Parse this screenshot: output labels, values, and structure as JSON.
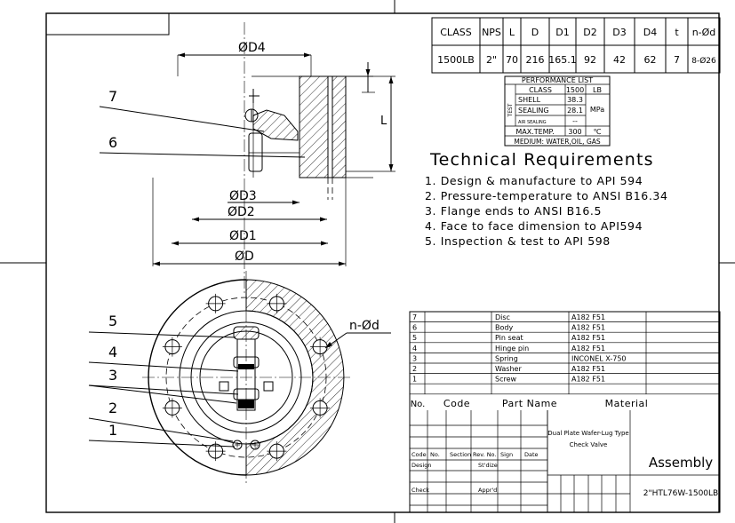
{
  "spec_table": {
    "headers": [
      "CLASS",
      "NPS",
      "L",
      "D",
      "D1",
      "D2",
      "D3",
      "D4",
      "t",
      "n-Ød"
    ],
    "values": [
      "1500LB",
      "2\"",
      "70",
      "216",
      "165.1",
      "92",
      "42",
      "62",
      "7",
      "8-Ø26"
    ]
  },
  "performance": {
    "title": "PERFORMANCE LIST",
    "class_label": "CLASS",
    "class_value": "1500",
    "class_unit": "LB",
    "test_label": "TEST",
    "shell_label": "SHELL",
    "shell_value": "38.3",
    "sealing_label": "SEALING",
    "sealing_value": "28.1",
    "air_label": "AIR SEALING",
    "air_value": "--",
    "pressure_unit": "MPa",
    "maxtemp_label": "MAX.TEMP.",
    "maxtemp_value": "300",
    "maxtemp_unit": "℃",
    "medium": "MEDIUM: WATER,OIL, GAS"
  },
  "requirements": {
    "title": "Technical Requirements",
    "items": [
      "1. Design & manufacture to API 594",
      "2. Pressure-temperature to ANSI B16.34",
      "3. Flange ends to ANSI B16.5",
      "4. Face to face dimension to API594",
      "5. Inspection & test to API 598"
    ]
  },
  "dimensions": {
    "d4": "ØD4",
    "d3": "ØD3",
    "d2": "ØD2",
    "d1": "ØD1",
    "d": "ØD",
    "l": "L",
    "nd": "n-Ød"
  },
  "callouts": {
    "section": [
      "7",
      "6"
    ],
    "plan": [
      "5",
      "4",
      "3",
      "2",
      "1"
    ]
  },
  "bom": {
    "rows": [
      {
        "no": "7",
        "part": "Disc",
        "material": "A182 F51"
      },
      {
        "no": "6",
        "part": "Body",
        "material": "A182 F51"
      },
      {
        "no": "5",
        "part": "Pin seat",
        "material": "A182 F51"
      },
      {
        "no": "4",
        "part": "Hinge pin",
        "material": "A182 F51"
      },
      {
        "no": "3",
        "part": "Spring",
        "material": "INCONEL X-750"
      },
      {
        "no": "2",
        "part": "Washer",
        "material": "A182 F51"
      },
      {
        "no": "1",
        "part": "Screw",
        "material": "A182 F51"
      }
    ],
    "header": {
      "no": "No.",
      "code": "Code",
      "part": "Part Name",
      "material": "Material"
    }
  },
  "title_block": {
    "product": "Dual Plate Wafer-Lug Type",
    "product2": "Check Valve",
    "assembly": "Assembly",
    "drawing_no": "2\"HTL76W-1500LB",
    "code": "Code",
    "no": "No.",
    "section": "Section",
    "rev": "Rev. No.",
    "sign": "Sign",
    "date": "Date",
    "design": "Design",
    "stdize": "St'dize",
    "check": "Check",
    "apprd": "Appr'd"
  }
}
